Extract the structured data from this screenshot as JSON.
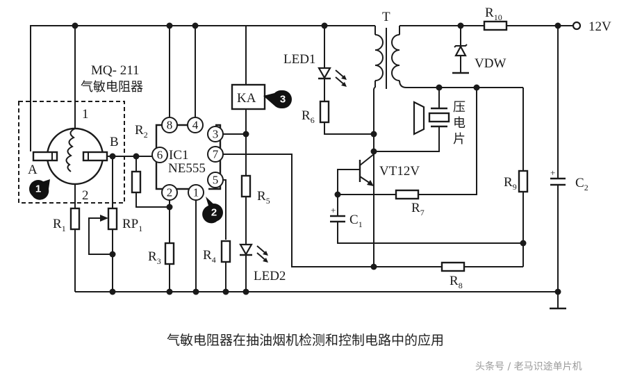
{
  "title": "气敏电阻器在抽油烟机检测和控制电路中的应用",
  "watermark": "头条号 / 老马识途单片机",
  "supply": {
    "label": "12V"
  },
  "sensor": {
    "model": "MQ- 211",
    "name": "气敏电阻器",
    "terminal_a": "A",
    "terminal_b": "B",
    "heater_pin_1": "1",
    "heater_pin_2": "2"
  },
  "ic": {
    "ref": "IC1",
    "part": "NE555",
    "pins": [
      "8",
      "4",
      "3",
      "7",
      "6",
      "5",
      "2",
      "1"
    ]
  },
  "callouts": [
    "1",
    "2",
    "3"
  ],
  "components": {
    "R1": {
      "ref": "R",
      "sub": "1"
    },
    "RP1": {
      "ref": "RP",
      "sub": "1"
    },
    "R2": {
      "ref": "R",
      "sub": "2"
    },
    "R3": {
      "ref": "R",
      "sub": "3"
    },
    "R4": {
      "ref": "R",
      "sub": "4"
    },
    "R5": {
      "ref": "R",
      "sub": "5"
    },
    "R6": {
      "ref": "R",
      "sub": "6"
    },
    "R7": {
      "ref": "R",
      "sub": "7"
    },
    "R8": {
      "ref": "R",
      "sub": "8"
    },
    "R9": {
      "ref": "R",
      "sub": "9"
    },
    "R10": {
      "ref": "R",
      "sub": "10"
    },
    "C1": {
      "ref": "C",
      "sub": "1",
      "polarity": "+"
    },
    "C2": {
      "ref": "C",
      "sub": "2",
      "polarity": "+"
    },
    "KA": {
      "ref": "KA"
    },
    "LED1": {
      "ref": "LED1"
    },
    "LED2": {
      "ref": "LED2"
    },
    "T": {
      "ref": "T"
    },
    "VDW": {
      "ref": "VDW"
    },
    "VT": {
      "ref": "VT12V"
    },
    "piezo": {
      "label_chars": [
        "压",
        "电",
        "片"
      ]
    }
  }
}
